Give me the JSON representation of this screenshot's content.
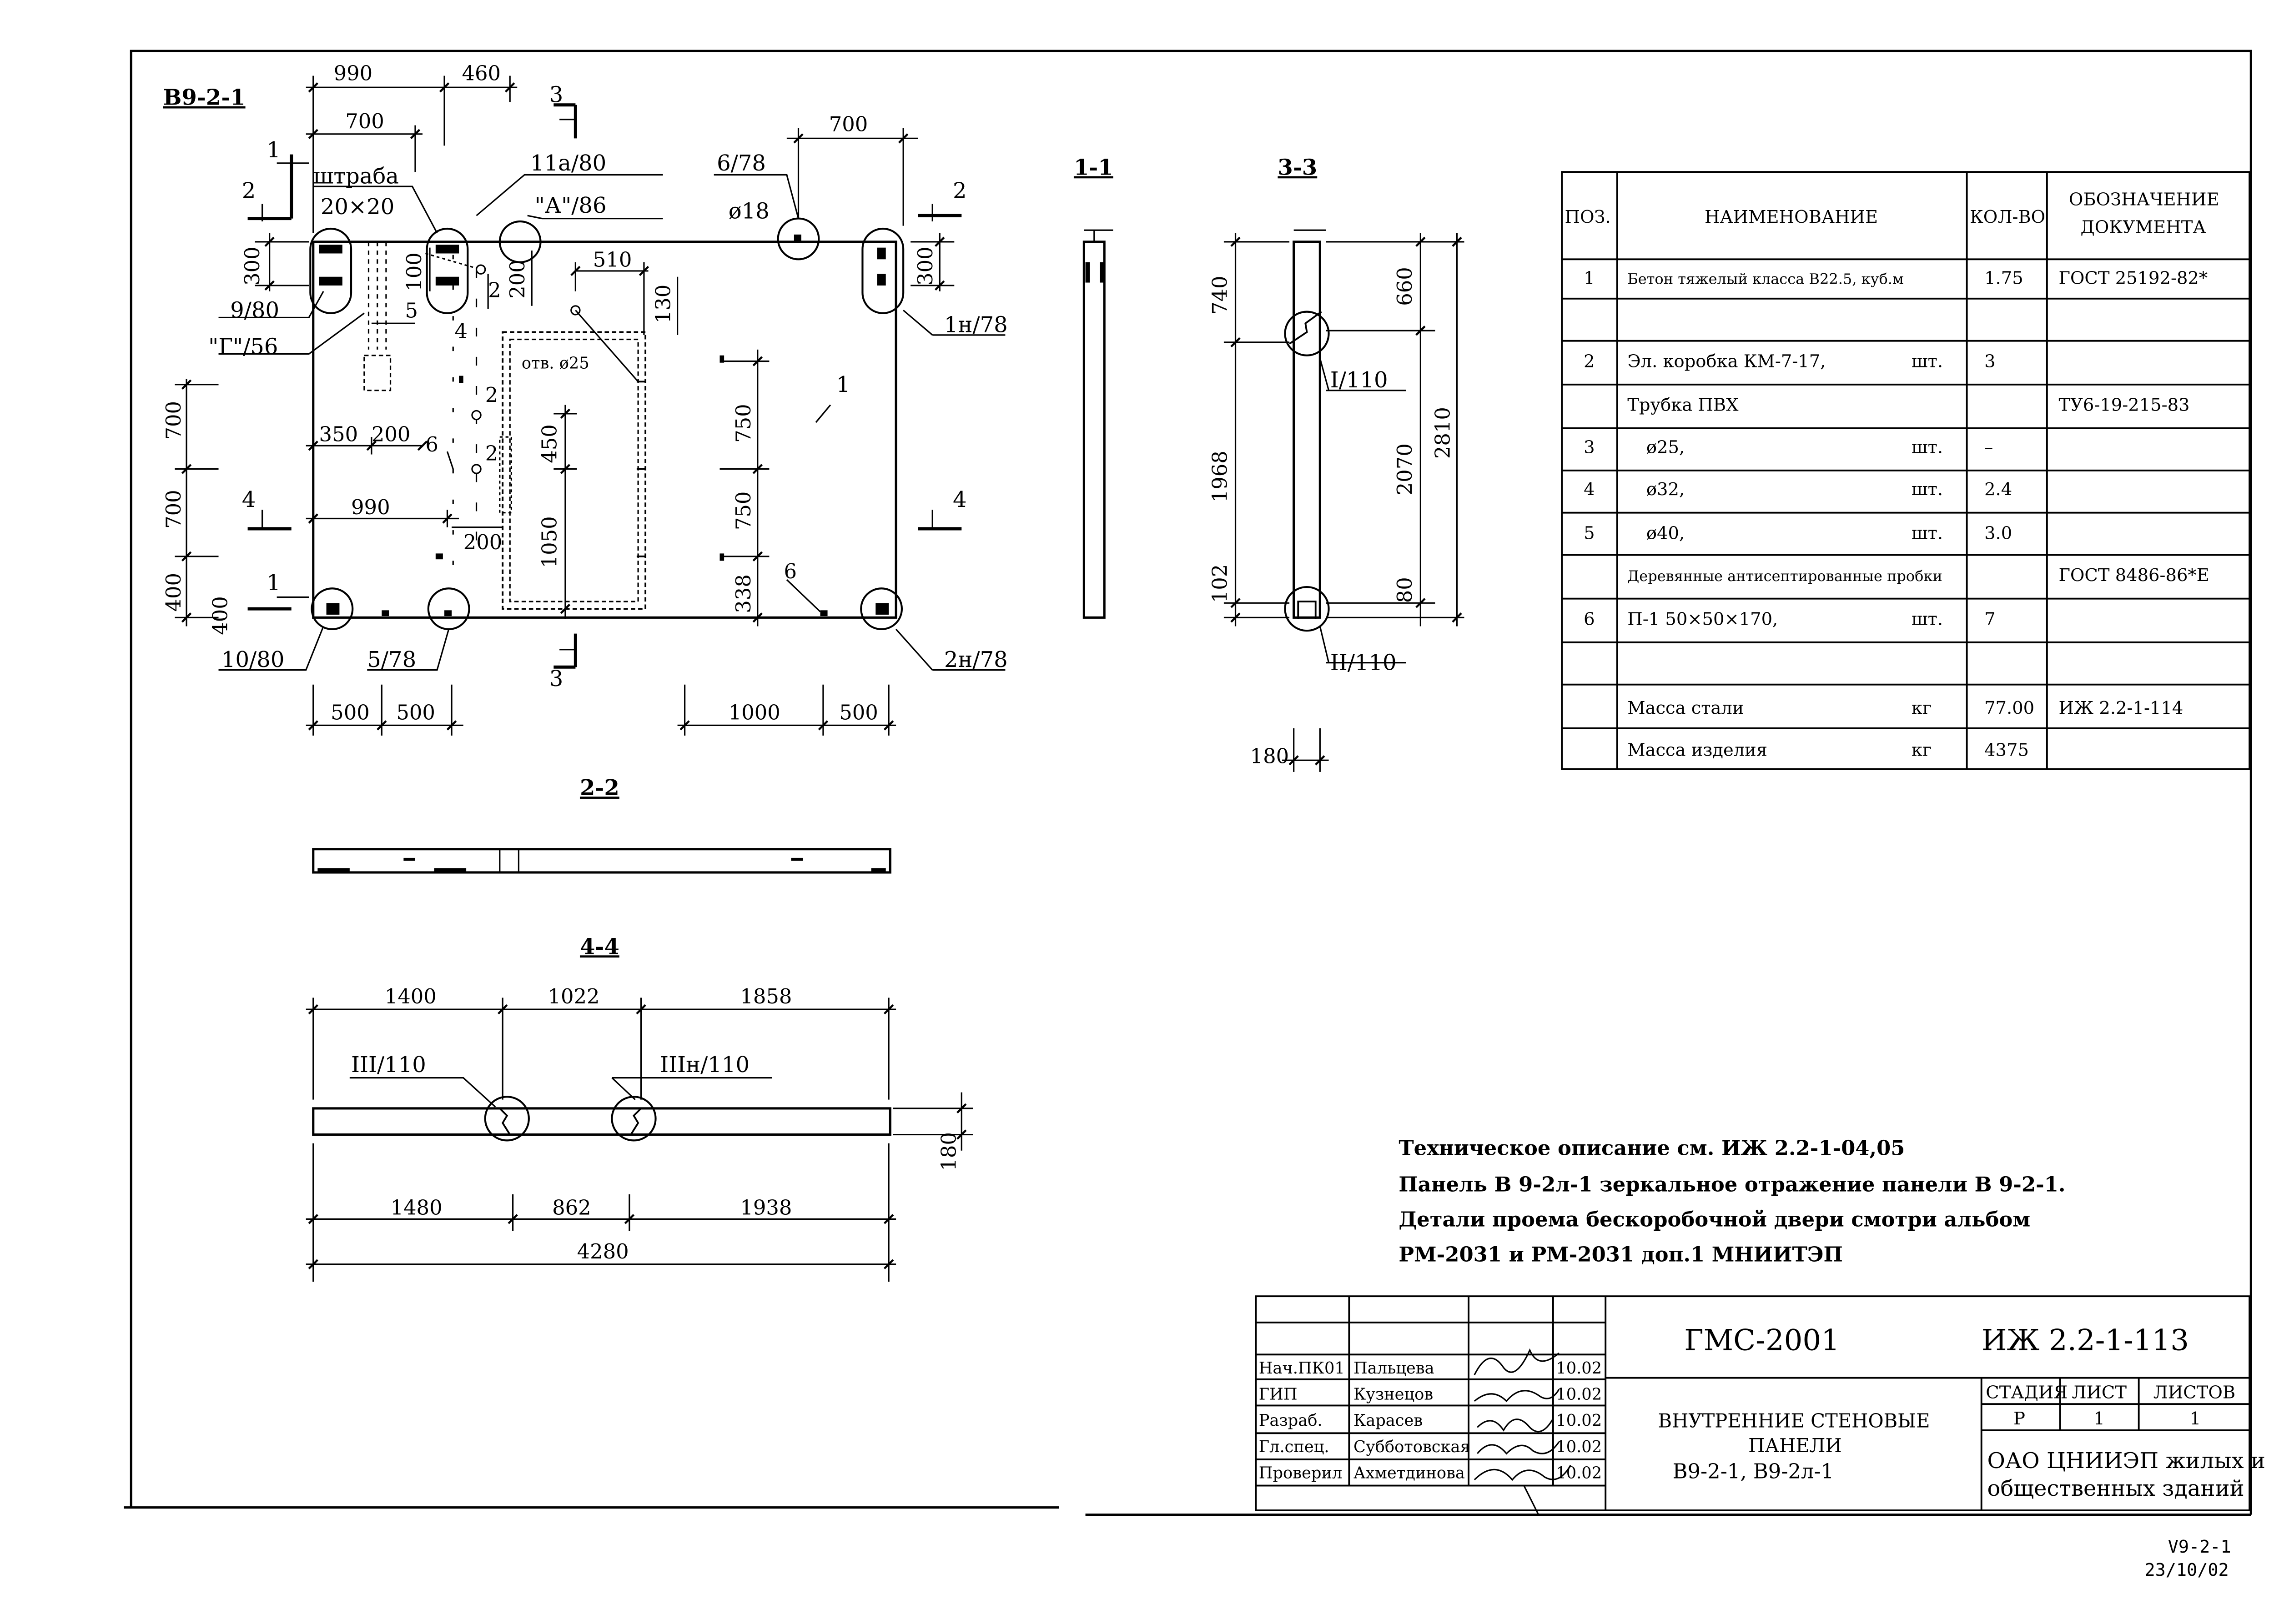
{
  "drawing": {
    "mark": "В9-2-1",
    "labels": {
      "shtraba_line1": "штраба",
      "shtraba_line2": "20×20",
      "node_11a": "11а/80",
      "node_A": "\"А\"/86",
      "node_6_78": "6/78",
      "dia_18": "ø18",
      "node_9_80": "9/80",
      "node_G": "\"Г\"/56",
      "node_1n": "1н/78",
      "node_10_80": "10/80",
      "node_5_78": "5/78",
      "node_2n": "2н/78",
      "hole_label": "отв. ø25",
      "pos_1": "1",
      "pos_2a": "2",
      "pos_2b": "2",
      "pos_4": "4",
      "pos_5": "5",
      "pos_6a": "6",
      "pos_6b": "6",
      "pos_2c": "2",
      "sec_1_top": "1",
      "sec_1_bot": "1",
      "sec_2_left": "2",
      "sec_2_right": "2",
      "sec_3_top": "3",
      "sec_3_bot": "3",
      "sec_4_left": "4",
      "sec_4_right": "4"
    },
    "dims": {
      "d990_top": "990",
      "d460": "460",
      "d700_top": "700",
      "d700_right": "700",
      "d300_left": "300",
      "d300_right": "300",
      "d100": "100",
      "d200_a": "200",
      "d510": "510",
      "d130": "130",
      "d700_l1": "700",
      "d700_l2": "700",
      "d400_l": "400",
      "d350": "350",
      "d200_b": "200",
      "d990_mid": "990",
      "d200_c": "200",
      "d450": "450",
      "d1050": "1050",
      "d750_a": "750",
      "d750_b": "750",
      "d338": "338",
      "d500_a": "500",
      "d500_b": "500",
      "d1000": "1000",
      "d500_c": "500"
    }
  },
  "section_1_1": {
    "title": "1-1"
  },
  "section_3_3": {
    "title": "3-3",
    "dims": {
      "d740": "740",
      "d1968": "1968",
      "d102": "102",
      "d660": "660",
      "d2070": "2070",
      "d80": "80",
      "d2810": "2810",
      "d180": "180"
    },
    "node_I": "I/110",
    "node_II": "II/110"
  },
  "section_2_2": {
    "title": "2-2"
  },
  "section_4_4": {
    "title": "4-4",
    "dims_top": [
      "1400",
      "1022",
      "1858"
    ],
    "dims_bottom": [
      "1480",
      "862",
      "1938"
    ],
    "total": "4280",
    "height": "180",
    "node_III": "III/110",
    "node_IIIn": "IIIн/110"
  },
  "spec_table": {
    "headers": {
      "pos": "ПОЗ.",
      "name": "НАИМЕНОВАНИЕ",
      "qty": "КОЛ-ВО",
      "doc_line1": "ОБОЗНАЧЕНИЕ",
      "doc_line2": "ДОКУМЕНТА"
    },
    "rows": [
      {
        "pos": "1",
        "name": "Бетон тяжелый класса В22.5, куб.м",
        "unit": "",
        "qty": "1.75",
        "doc": "ГОСТ 25192-82*"
      },
      {
        "pos": "",
        "name": "",
        "unit": "",
        "qty": "",
        "doc": ""
      },
      {
        "pos": "2",
        "name": "Эл. коробка КМ-7-17,",
        "unit": "шт.",
        "qty": "3",
        "doc": ""
      },
      {
        "pos": "",
        "name": "Трубка ПВХ",
        "unit": "",
        "qty": "",
        "doc": "ТУ6-19-215-83"
      },
      {
        "pos": "3",
        "name": "ø25,",
        "unit": "шт.",
        "qty": "–",
        "doc": ""
      },
      {
        "pos": "4",
        "name": "ø32,",
        "unit": "шт.",
        "qty": "2.4",
        "doc": ""
      },
      {
        "pos": "5",
        "name": "ø40,",
        "unit": "шт.",
        "qty": "3.0",
        "doc": ""
      },
      {
        "pos": "",
        "name": "Деревянные антисептированные пробки",
        "unit": "",
        "qty": "",
        "doc": "ГОСТ 8486-86*Е"
      },
      {
        "pos": "6",
        "name": "П-1   50×50×170,",
        "unit": "шт.",
        "qty": "7",
        "doc": ""
      },
      {
        "pos": "",
        "name": "",
        "unit": "",
        "qty": "",
        "doc": ""
      },
      {
        "pos": "",
        "name": "Масса стали",
        "unit": "кг",
        "qty": "77.00",
        "doc": "ИЖ 2.2-1-114"
      },
      {
        "pos": "",
        "name": "Масса изделия",
        "unit": "кг",
        "qty": "4375",
        "doc": ""
      }
    ]
  },
  "notes": [
    "Техническое описание   см. ИЖ 2.2-1-04,05",
    "Панель В 9-2л-1 зеркальное отражение панели В 9-2-1.",
    "Детали проема бескоробочной двери смотри альбом",
    "РМ-2031 и РМ-2031 доп.1 МНИИТЭП"
  ],
  "title_block": {
    "project": "ГМС-2001",
    "doc_code": "ИЖ 2.2-1-113",
    "title": [
      "ВНУТРЕННИЕ СТЕНОВЫЕ",
      "ПАНЕЛИ",
      "В9-2-1, В9-2л-1"
    ],
    "stage_headers": [
      "СТАДИЯ",
      "ЛИСТ",
      "ЛИСТОВ"
    ],
    "stage_values": [
      "Р",
      "1",
      "1"
    ],
    "org": [
      "ОАО ЦНИИЭП жилых и",
      "общественных зданий"
    ],
    "signatures": [
      {
        "role": "Нач.ПК01",
        "name": "Пальцева",
        "date": "10.02"
      },
      {
        "role": "ГИП",
        "name": "Кузнецов",
        "date": "10.02"
      },
      {
        "role": "Разраб.",
        "name": "Карасев",
        "date": "10.02"
      },
      {
        "role": "Гл.спец.",
        "name": "Субботовская",
        "date": "10.02"
      },
      {
        "role": "Проверил",
        "name": "Ахметдинова",
        "date": "10.02"
      }
    ]
  },
  "footer": {
    "line1": "V9-2-1",
    "line2": "23/10/02"
  }
}
